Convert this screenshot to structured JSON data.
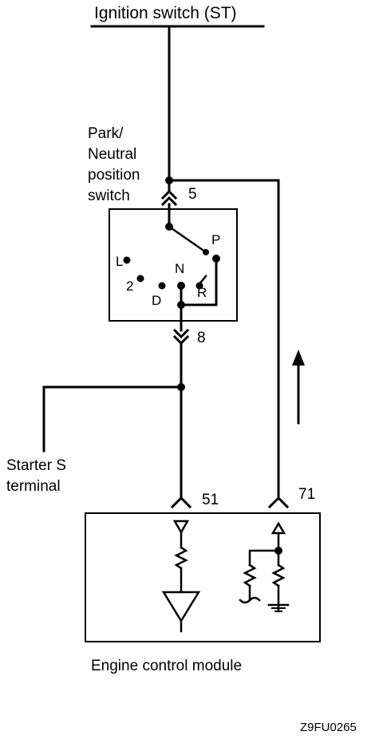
{
  "labels": {
    "ignition_switch": "Ignition switch (ST)",
    "pnp_switch_lines": [
      "Park/",
      "Neutral",
      "position",
      "switch"
    ],
    "pin_5": "5",
    "pin_8": "8",
    "pin_51": "51",
    "pin_71": "71",
    "pos_p": "P",
    "pos_l": "L",
    "pos_2": "2",
    "pos_n": "N",
    "pos_d": "D",
    "pos_r": "R",
    "starter_lines": [
      "Starter S",
      "terminal"
    ],
    "ecm": "Engine control module",
    "figure_code": "Z9FU0265"
  },
  "colors": {
    "line": "#000000",
    "background": "#ffffff"
  }
}
